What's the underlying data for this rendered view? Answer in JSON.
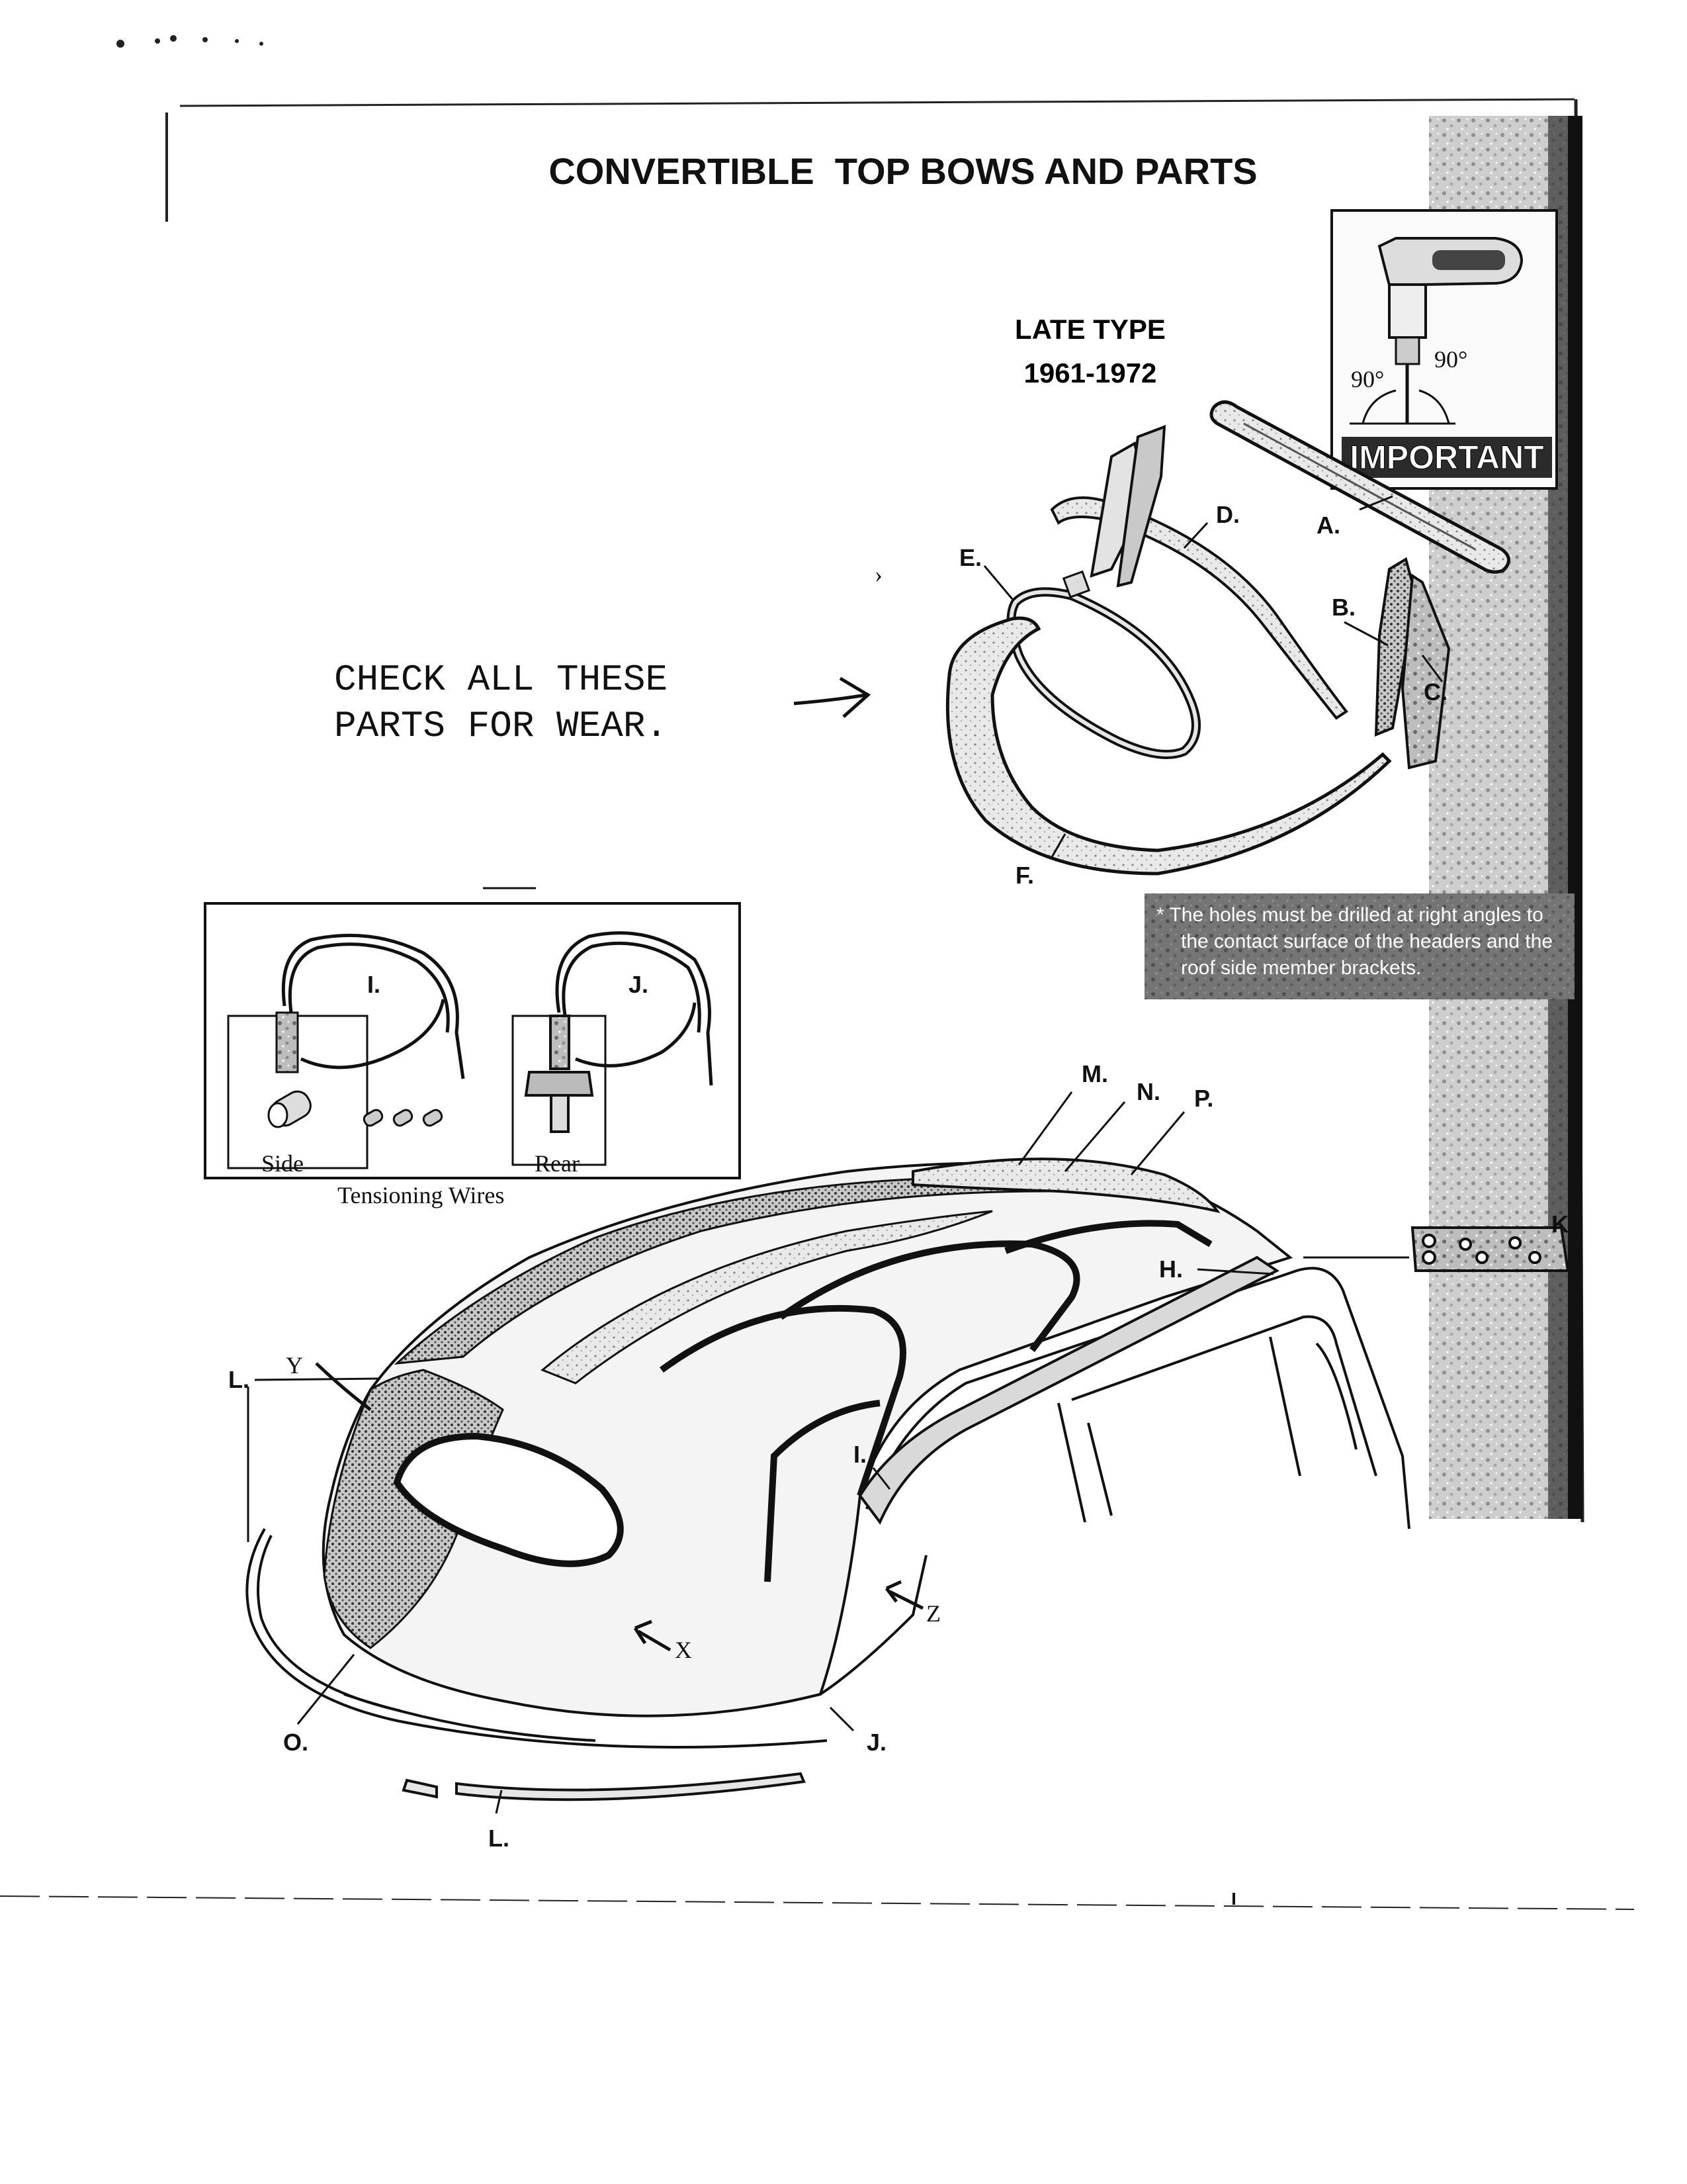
{
  "page": {
    "title": "CONVERTIBLE  TOP BOWS AND PARTS",
    "late_type": "LATE TYPE",
    "years": "1961-1972",
    "check_line_1": "CHECK ALL THESE",
    "check_line_2": "PARTS FOR WEAR.",
    "important": "IMPORTANT",
    "note_line_1": "* The holes must be drilled at right angles to",
    "note_line_2": "the contact surface of the headers and the",
    "note_line_3": "roof side member brackets.",
    "angle_1": "90°",
    "angle_2": "90°",
    "inset_side": "Side",
    "inset_rear": "Rear",
    "inset_caption": "Tensioning Wires"
  },
  "labels": {
    "A": "A.",
    "B": "B.",
    "C": "C.",
    "D": "D.",
    "E": "E.",
    "F": "F.",
    "I_inset": "I.",
    "J_inset": "J.",
    "M": "M.",
    "N": "N.",
    "P": "P.",
    "K": "K.",
    "H": "H.",
    "Y": "Y",
    "L_top": "L.",
    "I_car": "I.",
    "Z": "Z",
    "X": "X",
    "O": "O.",
    "J_car": "J.",
    "L_bottom": "L."
  }
}
